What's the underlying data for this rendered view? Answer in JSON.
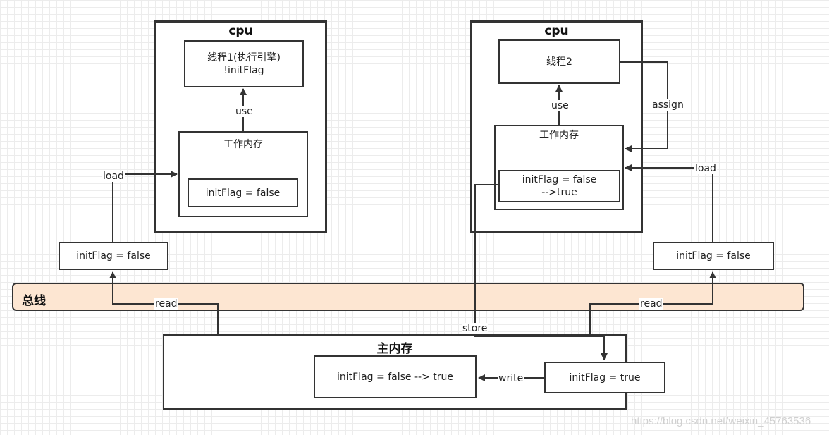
{
  "cpu_left": {
    "title": "cpu",
    "thread": "线程1(执行引擎)\n!initFlag",
    "use_label": "use",
    "work_memory_title": "工作内存",
    "work_memory_value": "initFlag = false"
  },
  "cpu_right": {
    "title": "cpu",
    "thread": "线程2",
    "use_label": "use",
    "assign_label": "assign",
    "work_memory_title": "工作内存",
    "work_memory_value": "initFlag = false\n-->true"
  },
  "left_copy": {
    "value": "initFlag = false",
    "load_label": "load",
    "read_label": "read"
  },
  "right_copy": {
    "value": "initFlag = false",
    "load_label": "load",
    "read_label": "read"
  },
  "bus": {
    "label": "总线"
  },
  "main_memory": {
    "title": "主内存",
    "store_label": "store",
    "write_label": "write",
    "stored_value": "initFlag = true",
    "final_value": "initFlag = false --> true"
  },
  "watermark": "https://blog.csdn.net/weixin_45763536",
  "colors": {
    "line": "#333333",
    "bus_fill": "#fde6d2",
    "grid": "#ececec"
  }
}
